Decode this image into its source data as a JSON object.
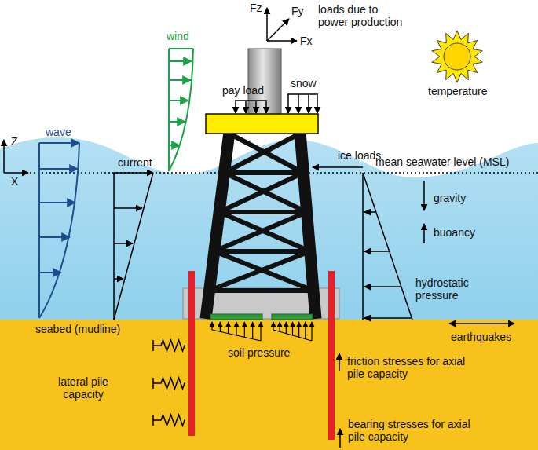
{
  "diagram": {
    "labels": [
      "Fz",
      "Fy",
      "Fx",
      "loads due to power production",
      "wind",
      "pay load",
      "snow",
      "temperature",
      "Z",
      "X",
      "wave",
      "current",
      "ice loads",
      "mean seawater level (MSL)",
      "gravity",
      "buoancy",
      "hydrostatic pressure",
      "seabed (mudline)",
      "soil pressure",
      "earthquakes",
      "lateral pile capacity",
      "friction stresses for axial pile capacity",
      "bearing stresses for axial pile capacity"
    ]
  }
}
